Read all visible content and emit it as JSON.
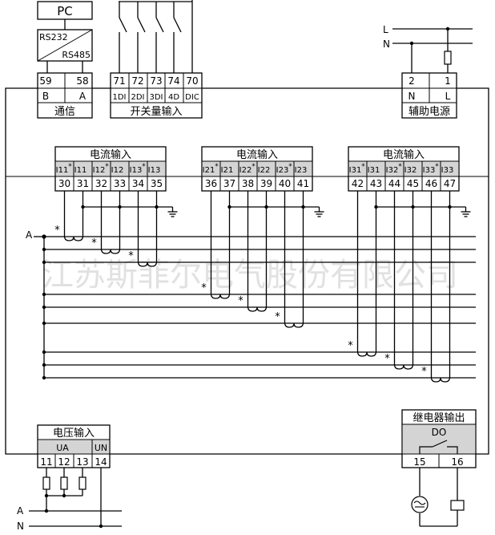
{
  "watermark": "江苏斯菲尔电气股份有限公司",
  "pc": {
    "label": "PC",
    "converter_top": "RS232",
    "converter_bottom": "RS485"
  },
  "comm": {
    "title": "通信",
    "terminals": [
      {
        "num": "59",
        "label": "B"
      },
      {
        "num": "58",
        "label": "A"
      }
    ]
  },
  "switch_input": {
    "title": "开关量输入",
    "terminals": [
      {
        "num": "71",
        "label": "1DI"
      },
      {
        "num": "72",
        "label": "2DI"
      },
      {
        "num": "73",
        "label": "3DI"
      },
      {
        "num": "74",
        "label": "4D"
      },
      {
        "num": "70",
        "label": "DIC"
      }
    ]
  },
  "aux_power": {
    "title": "辅助电源",
    "line_l": "L",
    "line_n": "N",
    "terminals": [
      {
        "num": "2",
        "label": "N"
      },
      {
        "num": "1",
        "label": "L"
      }
    ]
  },
  "current_groups": [
    {
      "title": "电流输入",
      "labels": [
        "I11*",
        "I11",
        "I12*",
        "I12",
        "I13*",
        "I13"
      ],
      "nums": [
        "30",
        "31",
        "32",
        "33",
        "34",
        "35"
      ]
    },
    {
      "title": "电流输入",
      "labels": [
        "I21*",
        "I21",
        "I22*",
        "I22",
        "I23*",
        "I23"
      ],
      "nums": [
        "36",
        "37",
        "38",
        "39",
        "40",
        "41"
      ]
    },
    {
      "title": "电流输入",
      "labels": [
        "I31*",
        "I31",
        "I32*",
        "I32",
        "I33*",
        "I33"
      ],
      "nums": [
        "42",
        "43",
        "44",
        "45",
        "46",
        "47"
      ]
    }
  ],
  "bus_label": "A",
  "star": "*",
  "voltage": {
    "title": "电压输入",
    "ua": "UA",
    "un": "UN",
    "nums": [
      "11",
      "12",
      "13",
      "14"
    ],
    "line_a": "A",
    "line_n": "N"
  },
  "relay": {
    "title": "继电器输出",
    "do_label": "DO",
    "nums": [
      "15",
      "16"
    ]
  }
}
